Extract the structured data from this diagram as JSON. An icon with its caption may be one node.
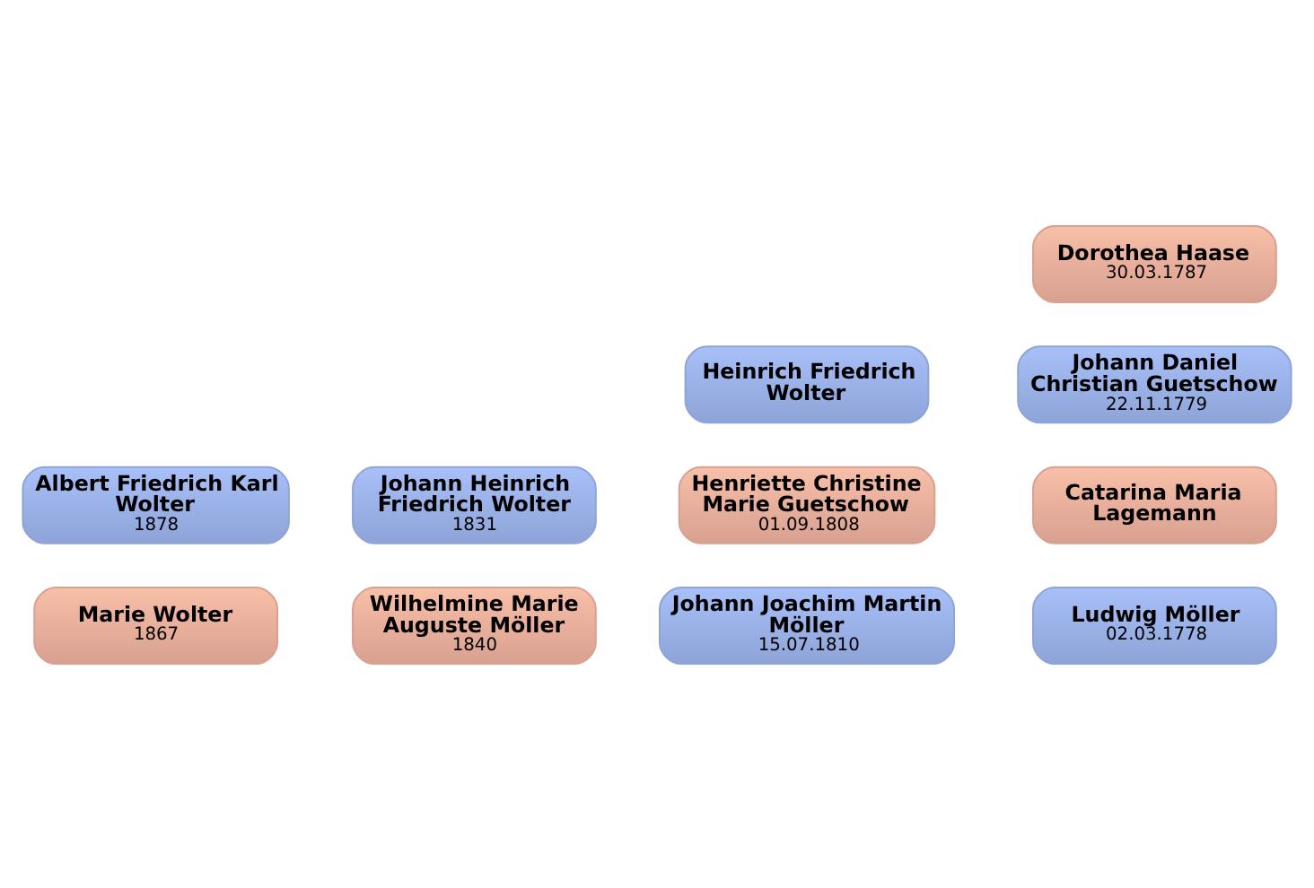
{
  "diagram": {
    "nodes": [
      {
        "text": [
          "Marie Wolter",
          "1867"
        ]
      },
      {
        "text": [
          "Albert Friedrich Karl Wolter",
          "1878"
        ]
      },
      {
        "text": [
          "Wilhelmine Marie Auguste Möller",
          "1840"
        ]
      },
      {
        "text": [
          "Johann Heinrich Friedrich Wolter",
          "1831"
        ]
      },
      {
        "text": [
          "Johann Joachim Martin Möller",
          "15.07.1810"
        ]
      },
      {
        "text": [
          "Henriette Christine Marie Guetschow",
          "01.09.1808"
        ]
      },
      {
        "text": [
          "Heinrich Friedrich Wolter"
        ]
      },
      {
        "text": [
          "Ludwig Möller",
          "02.03.1778"
        ]
      },
      {
        "text": [
          "Catarina Maria Lagemann"
        ]
      },
      {
        "text": [
          "Johann Daniel Christian Guetschow",
          "22.11.1779"
        ]
      },
      {
        "text": [
          "Dorothea Haase",
          "30.03.1787"
        ]
      }
    ],
    "edges": []
  }
}
